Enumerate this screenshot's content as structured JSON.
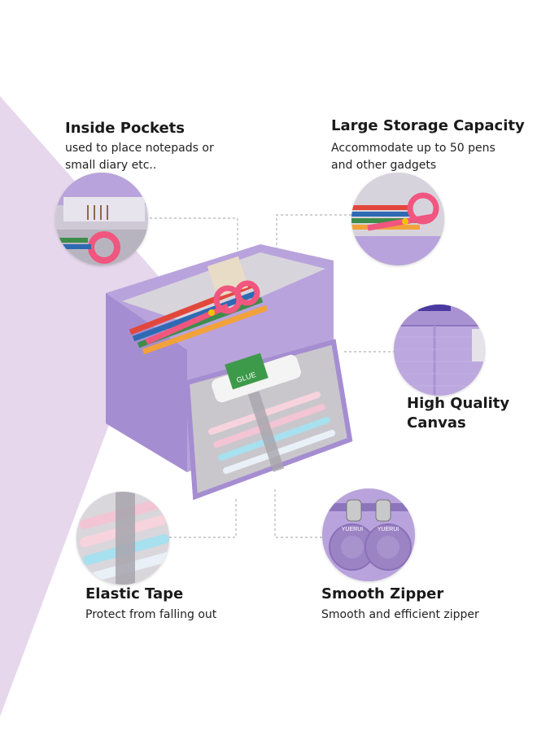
{
  "features": {
    "inside_pockets": {
      "title": "Inside Pockets",
      "desc_line1": "used to place notepads or",
      "desc_line2": "small diary etc.."
    },
    "storage": {
      "title": "Large Storage Capacity",
      "desc_line1": "Accommodate up to 50 pens",
      "desc_line2": "and other gadgets"
    },
    "canvas": {
      "title_line1": "High Quality",
      "title_line2": "Canvas"
    },
    "elastic": {
      "title": "Elastic Tape",
      "desc": "Protect from falling out"
    },
    "zipper": {
      "title": "Smooth Zipper",
      "desc": "Smooth and efficient zipper"
    }
  },
  "product": {
    "glue_label": "GLUE",
    "zipper_brand": "YUERUI"
  },
  "colors": {
    "background_triangle": "#e6d7ec",
    "case_lavender": "#b9a3dc",
    "case_dark": "#9b83c4",
    "lining_gray": "#c9c7cc",
    "scissors_pink": "#f0567f",
    "connector_gray": "#b0b0b0"
  }
}
